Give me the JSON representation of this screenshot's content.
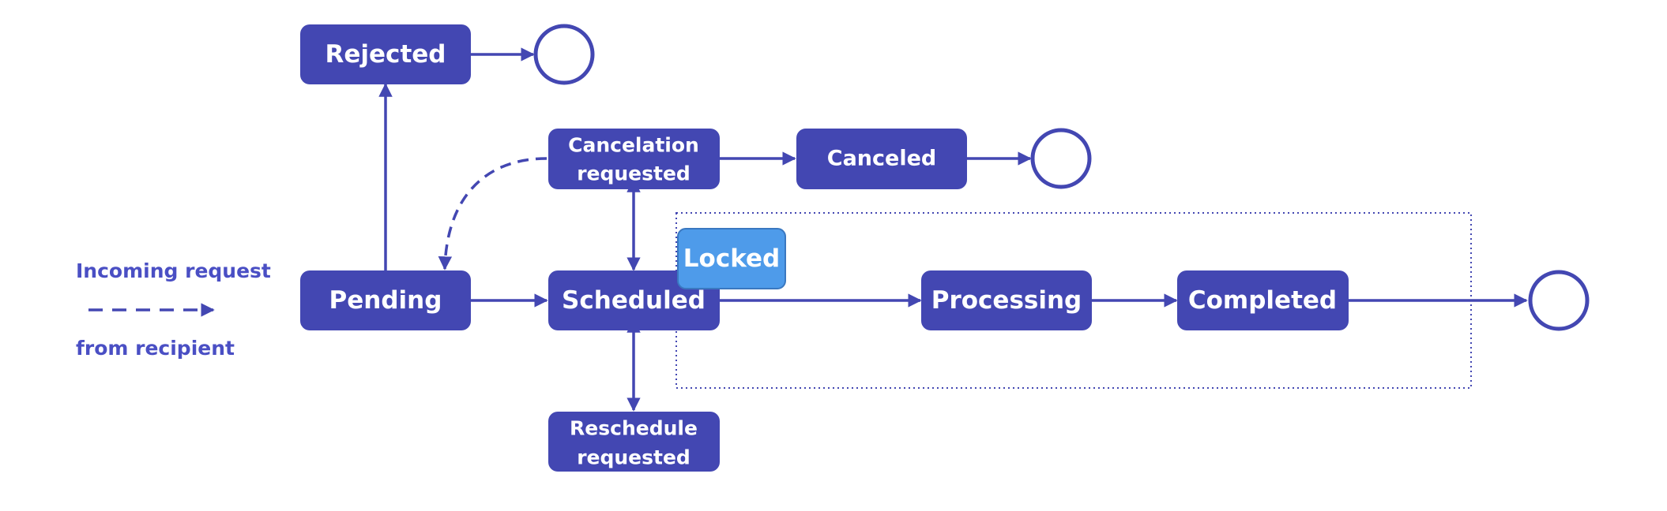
{
  "colors": {
    "state_fill": "#4347B2",
    "state_text": "#ffffff",
    "edge": "#4347B2",
    "legend_text": "#4A4FC4",
    "locked_fill": "#4E9BEA",
    "locked_border": "#3A78C0",
    "group_border": "#4347B2",
    "background": "#ffffff"
  },
  "legend": {
    "line1": "Incoming request",
    "line2": "from recipient"
  },
  "states": {
    "rejected": "Rejected",
    "pending": "Pending",
    "cancelation_line1": "Cancelation",
    "cancelation_line2": "requested",
    "canceled": "Canceled",
    "scheduled": "Scheduled",
    "processing": "Processing",
    "completed": "Completed",
    "reschedule_line1": "Reschedule",
    "reschedule_line2": "requested"
  },
  "locked_label": "Locked"
}
